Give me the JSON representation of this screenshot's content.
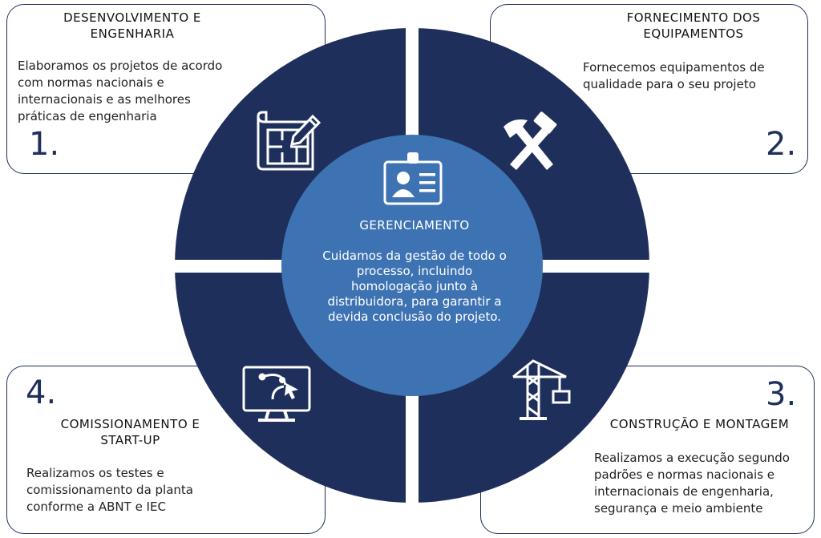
{
  "center": {
    "title": "GERENCIAMENTO",
    "text": "Cuidamos da gestão de todo o processo, incluindo homologação junto à distribuidora, para garantir a devida conclusão do projeto."
  },
  "steps": [
    {
      "number": "1.",
      "title": "DESENVOLVIMENTO E ENGENHARIA",
      "text": "Elaboramos os projetos de acordo com normas nacionais e internacionais e as melhores práticas de engenharia",
      "icon": "blueprint-icon"
    },
    {
      "number": "2.",
      "title": "FORNECIMENTO DOS EQUIPAMENTOS",
      "text": "Fornecemos equipamentos de qualidade para o seu projeto",
      "icon": "hammer-pick-icon"
    },
    {
      "number": "3.",
      "title": "CONSTRUÇÃO E MONTAGEM",
      "text": "Realizamos a execução segundo padrões e normas nacionais e internacionais de engenharia, segurança e meio ambiente",
      "icon": "crane-icon"
    },
    {
      "number": "4.",
      "title": "COMISSIONAMENTO E START-UP",
      "text": "Realizamos os testes e comissionamento da planta conforme a ABNT e IEC",
      "icon": "monitor-cursor-icon"
    }
  ],
  "colors": {
    "quadrant": "#1f2f5c",
    "center": "#3e73b3",
    "card_border": "#1f2f5c"
  }
}
